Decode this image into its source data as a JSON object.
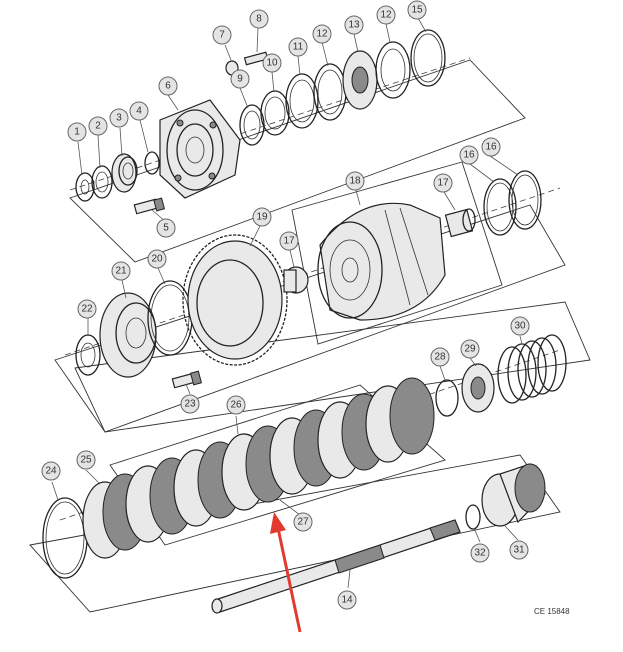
{
  "drawing_ref": "CE 15848",
  "colors": {
    "arrow": "#e23a2f",
    "callout_fill": "#e4e4e4",
    "line": "#222222"
  },
  "arrow_target_part": "27",
  "callouts": [
    {
      "id": "c1",
      "label": "1"
    },
    {
      "id": "c2",
      "label": "2"
    },
    {
      "id": "c3",
      "label": "3"
    },
    {
      "id": "c4",
      "label": "4"
    },
    {
      "id": "c5",
      "label": "5"
    },
    {
      "id": "c6",
      "label": "6"
    },
    {
      "id": "c7",
      "label": "7"
    },
    {
      "id": "c8",
      "label": "8"
    },
    {
      "id": "c9",
      "label": "9"
    },
    {
      "id": "c10",
      "label": "10"
    },
    {
      "id": "c11",
      "label": "11"
    },
    {
      "id": "c12a",
      "label": "12"
    },
    {
      "id": "c13",
      "label": "13"
    },
    {
      "id": "c12b",
      "label": "12"
    },
    {
      "id": "c15",
      "label": "15"
    },
    {
      "id": "c16a",
      "label": "16"
    },
    {
      "id": "c16b",
      "label": "16"
    },
    {
      "id": "c17a",
      "label": "17"
    },
    {
      "id": "c18",
      "label": "18"
    },
    {
      "id": "c19",
      "label": "19"
    },
    {
      "id": "c17b",
      "label": "17"
    },
    {
      "id": "c20",
      "label": "20"
    },
    {
      "id": "c21",
      "label": "21"
    },
    {
      "id": "c22",
      "label": "22"
    },
    {
      "id": "c23",
      "label": "23"
    },
    {
      "id": "c26",
      "label": "26"
    },
    {
      "id": "c28",
      "label": "28"
    },
    {
      "id": "c29",
      "label": "29"
    },
    {
      "id": "c30",
      "label": "30"
    },
    {
      "id": "c24",
      "label": "24"
    },
    {
      "id": "c25",
      "label": "25"
    },
    {
      "id": "c27",
      "label": "27"
    },
    {
      "id": "c32",
      "label": "32"
    },
    {
      "id": "c31",
      "label": "31"
    },
    {
      "id": "c14",
      "label": "14"
    }
  ]
}
